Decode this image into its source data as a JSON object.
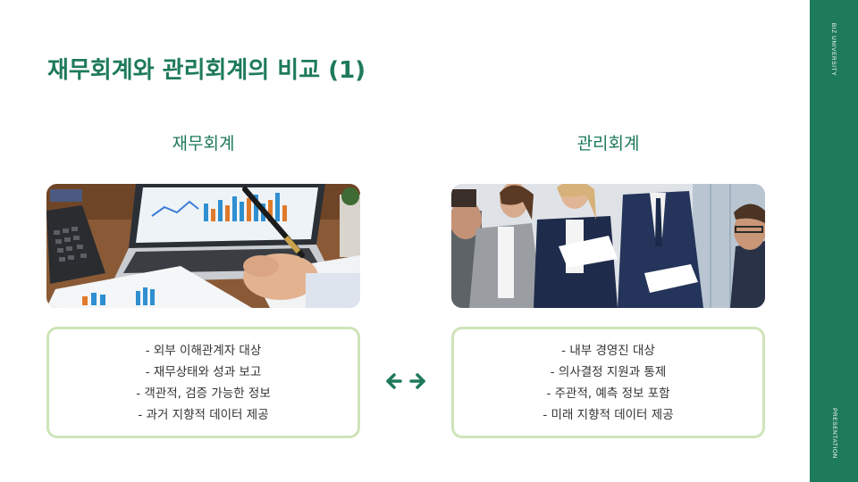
{
  "sidebar": {
    "top_text": "BIZ UNIVERSITY",
    "bottom_text": "PRESENTATION",
    "color": "#1d7a5a"
  },
  "page": {
    "title": "재무회계와 관리회계의 비교 (1)",
    "accent_color": "#1d7a5a",
    "card_border_color": "#cfe3b9"
  },
  "left": {
    "heading": "재무회계",
    "image_desc_icon": "financial-charts-photo",
    "items": [
      "- 외부 이해관계자 대상",
      "- 재무상태와 성과 보고",
      "- 객관적, 검증 가능한 정보",
      "- 과거 지향적 데이터 제공"
    ]
  },
  "right": {
    "heading": "관리회계",
    "image_desc_icon": "business-meeting-photo",
    "items": [
      "- 내부 경영진 대상",
      "- 의사결정 지원과 통제",
      "- 주관적, 예측 정보 포함",
      "- 미래 지향적 데이터 제공"
    ]
  },
  "compare_icon": "left-right-arrow-icon"
}
